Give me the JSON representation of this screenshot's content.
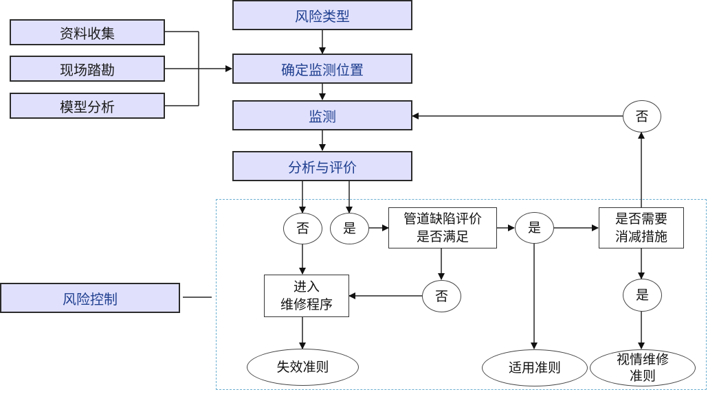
{
  "inputs": [
    "资料收集",
    "现场踏勘",
    "模型分析"
  ],
  "main_flow": [
    "风险类型",
    "确定监测位置",
    "监测",
    "分析与评价"
  ],
  "risk_control_label": "风险控制",
  "decisions": {
    "no_1": "否",
    "yes_1": "是",
    "defect_eval": [
      "管道缺陷评价",
      "是否满足"
    ],
    "no_2": "否",
    "yes_2": "是",
    "need_mitigation": [
      "是否需要",
      "消减措施"
    ],
    "no_3": "否",
    "yes_3": "是"
  },
  "process": {
    "repair": [
      "进入",
      "维修程序"
    ]
  },
  "criteria": {
    "failure": "失效准则",
    "applicable": "适用准则",
    "conditional_repair": [
      "视情维修",
      "准则"
    ]
  },
  "colors": {
    "box_fill": "#e0e0fc",
    "box_text": "#1f3f8f",
    "region_border": "#6aaed0"
  }
}
